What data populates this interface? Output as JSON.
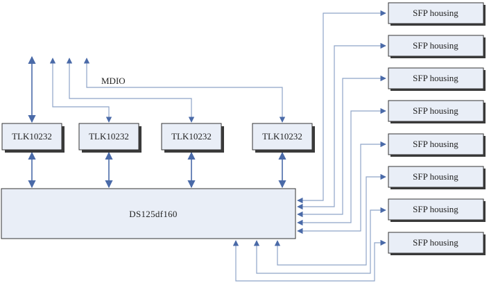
{
  "diagram": {
    "bus_label": "MDIO",
    "colors": {
      "box_fill": "#e9eef7",
      "wire": "#8ea4c8",
      "arrow": "#4a6aa8"
    },
    "tlk_modules": [
      {
        "label": "TLK10232"
      },
      {
        "label": "TLK10232"
      },
      {
        "label": "TLK10232"
      },
      {
        "label": "TLK10232"
      }
    ],
    "main_chip": {
      "label": "DS125df160"
    },
    "sfp_housings": [
      {
        "label": "SFP housing"
      },
      {
        "label": "SFP housing"
      },
      {
        "label": "SFP housing"
      },
      {
        "label": "SFP housing"
      },
      {
        "label": "SFP housing"
      },
      {
        "label": "SFP housing"
      },
      {
        "label": "SFP housing"
      },
      {
        "label": "SFP housing"
      }
    ]
  }
}
